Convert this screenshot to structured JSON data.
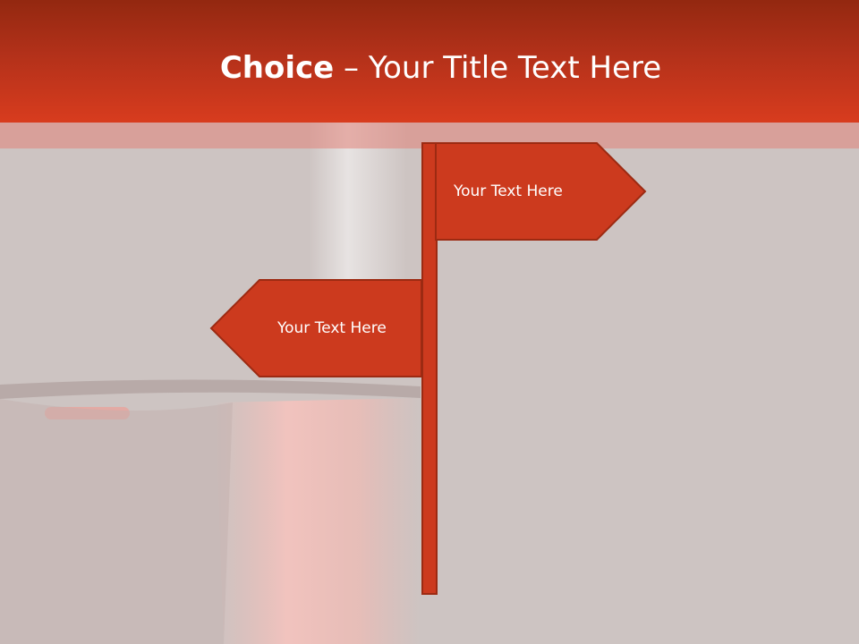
{
  "slide": {
    "title_bold": "Choice",
    "title_separator": " – ",
    "title_rest": "Your Title Text Here"
  },
  "signs": [
    {
      "label": "Your Text Here",
      "direction": "right"
    },
    {
      "label": "Your Text Here",
      "direction": "left"
    }
  ],
  "colors": {
    "header_top": "#932810",
    "header_bottom": "#d83c1e",
    "sign_fill": "#cc3a1e",
    "sign_stroke": "#9c2a12",
    "background": "#cdc4c2"
  }
}
